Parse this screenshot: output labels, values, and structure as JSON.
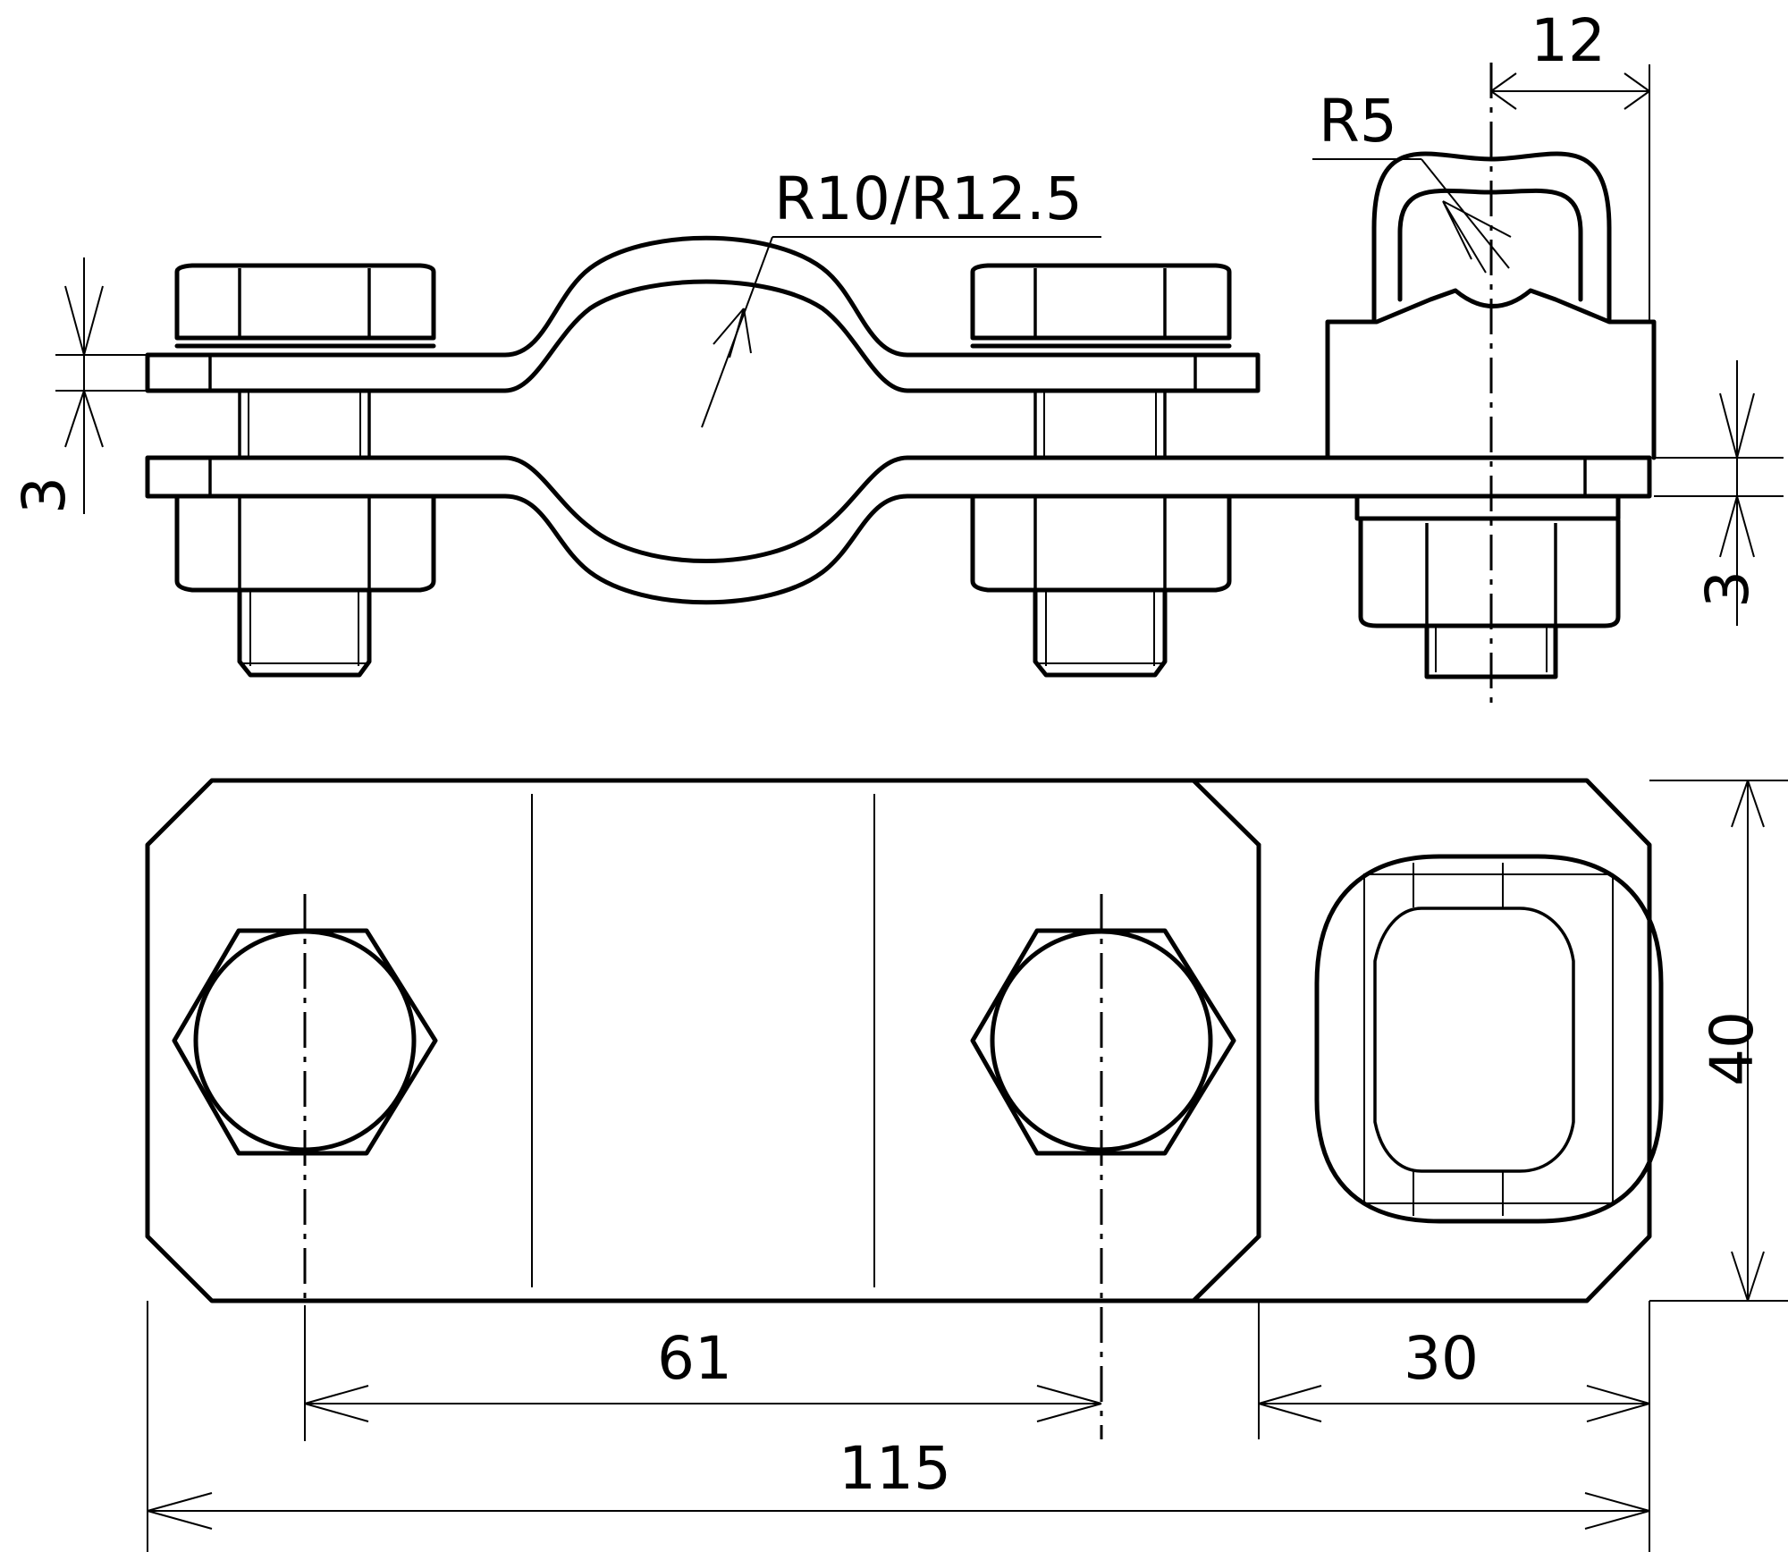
{
  "drawing": {
    "type": "technical-drawing",
    "views": [
      "side-view",
      "top-view"
    ],
    "line_color": "#000000",
    "background": "#ffffff"
  },
  "dimensions": {
    "radius_saddle": "R10/R12.5",
    "radius_bow": "R5",
    "bow_offset": "12",
    "plate_thickness_upper": "3",
    "plate_thickness_lower": "3",
    "bolt_spacing": "61",
    "terminal_width": "30",
    "overall_length": "115",
    "overall_width": "40"
  }
}
